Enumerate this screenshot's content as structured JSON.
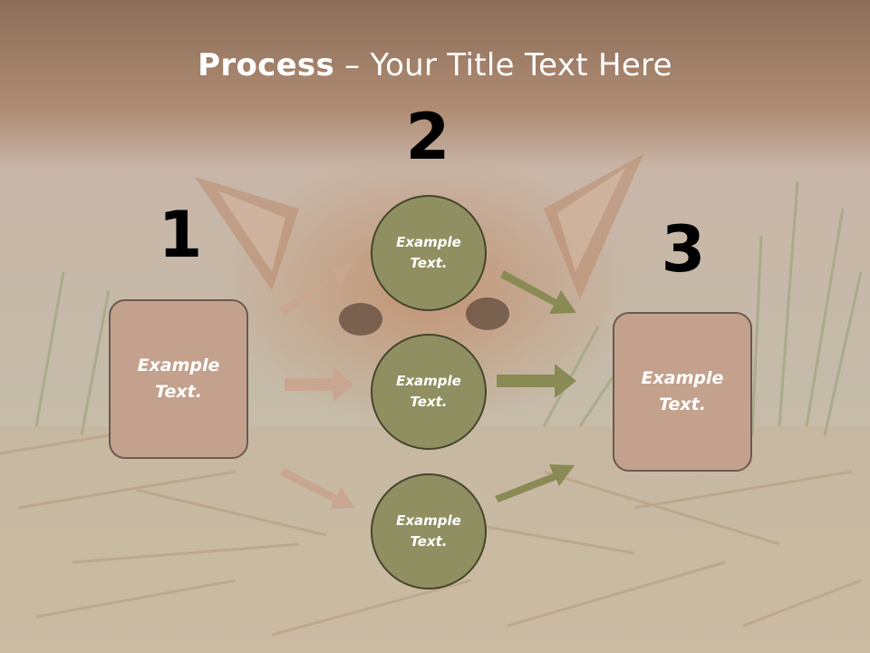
{
  "title": {
    "bold": "Process",
    "rest": " – Your Title Text Here"
  },
  "steps": [
    {
      "number": "1",
      "text": "Example\nText."
    },
    {
      "number": "2"
    },
    {
      "number": "3",
      "text": "Example\nText."
    }
  ],
  "circles": [
    {
      "text": "Example\nText."
    },
    {
      "text": "Example\nText."
    },
    {
      "text": "Example\nText."
    }
  ],
  "colors": {
    "box": "#c3a18c",
    "circle": "#8f8f61",
    "arrow_tan": "#c8a68f",
    "arrow_olive": "#8a8a55"
  }
}
